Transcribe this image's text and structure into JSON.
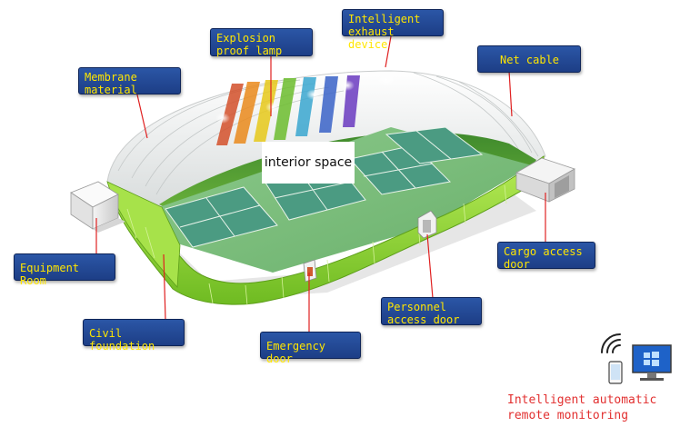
{
  "labels": {
    "exhaust": "Intelligent\nexhaust device",
    "lamp": "Explosion\nproof lamp",
    "membrane": "Membrane\nmaterial",
    "net_cable": "Net cable",
    "interior": "interior space",
    "equipment": "Equipment Room",
    "cargo": "Cargo access\ndoor",
    "personnel": "Personnel\naccess door",
    "civil": "Civil foundation",
    "emergency": "Emergency door"
  },
  "monitoring": {
    "caption": "Intelligent automatic\nremote monitoring",
    "icons": [
      "wifi-signal-icon",
      "smartphone-icon",
      "monitor-icon",
      "windows-logo-icon"
    ]
  },
  "colors": {
    "label_bg": "#2350a0",
    "label_text": "#ffe600",
    "leader_line": "#e02020",
    "caption_text": "#e23030",
    "lime_wall": "#9bdc3a",
    "floor": "#7fc07a",
    "court": "#4f9e84",
    "membrane": "#f2f2f2"
  }
}
